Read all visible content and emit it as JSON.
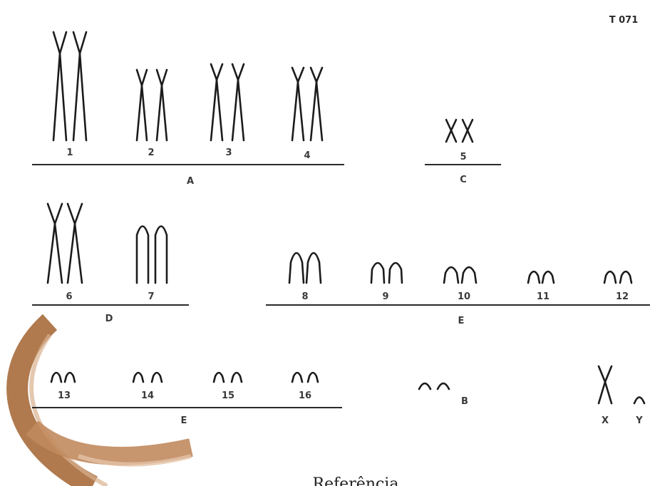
{
  "figure_code": "T 071",
  "caption": "Referência",
  "accent_colors": {
    "arc_outer": "#b07a4e",
    "arc_inner": "#d9b08f"
  },
  "chromosome_labels": {
    "c1": "1",
    "c2": "2",
    "c3": "3",
    "c4": "4",
    "c5": "5",
    "c6": "6",
    "c7": "7",
    "c8": "8",
    "c9": "9",
    "c10": "10",
    "c11": "11",
    "c12": "12",
    "c13": "13",
    "c14": "14",
    "c15": "15",
    "c16": "16",
    "cB": "B",
    "cX": "X",
    "cY": "Y"
  },
  "groups": {
    "A": "A",
    "C": "C",
    "D": "D",
    "E1": "E",
    "E2": "E"
  }
}
